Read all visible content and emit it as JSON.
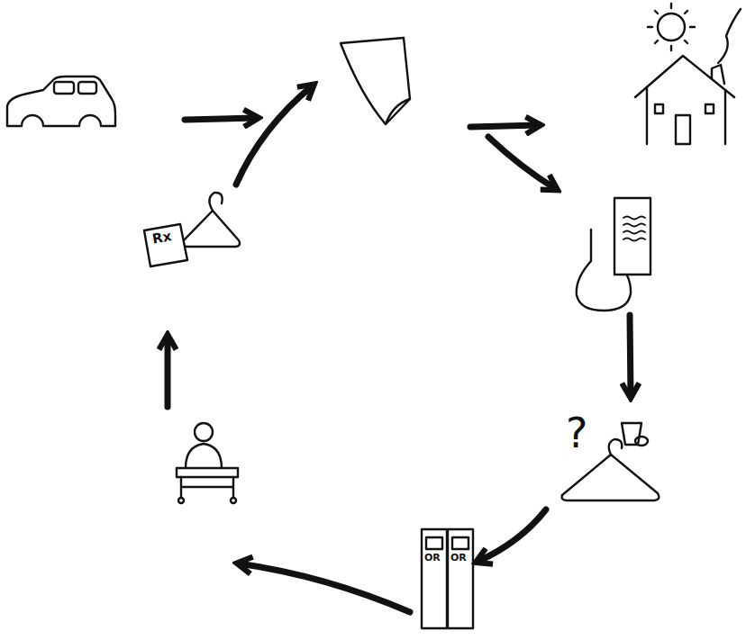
{
  "diagram": {
    "labels": [
      "Rx",
      "?",
      "OR",
      "OR"
    ]
  }
}
